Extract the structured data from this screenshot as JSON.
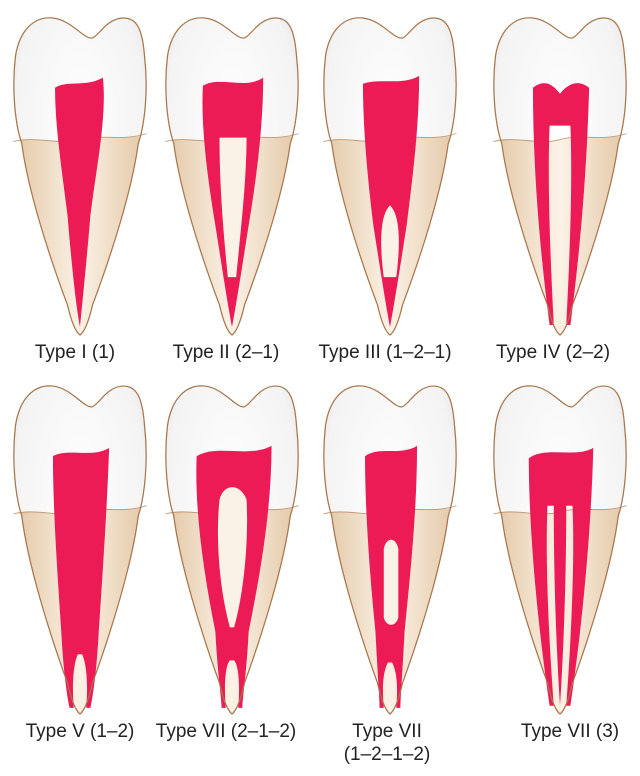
{
  "figure": {
    "colors": {
      "crown": "#f4f4f4",
      "crown_shade": "#dcdcdc",
      "root_light": "#fbf2e6",
      "root_dark": "#e3c7a6",
      "outline": "#a8764c",
      "canal": "#ec1a55",
      "caption_text": "#222222"
    },
    "teeth": [
      {
        "caption": "Type I (1)",
        "type_id": "I",
        "configuration": "1",
        "icon": "tooth-icon"
      },
      {
        "caption": "Type II (2–1)",
        "type_id": "II",
        "configuration": "2-1",
        "icon": "tooth-icon"
      },
      {
        "caption": "Type III (1–2–1)",
        "type_id": "III",
        "configuration": "1-2-1",
        "icon": "tooth-icon"
      },
      {
        "caption": "Type IV (2–2)",
        "type_id": "IV",
        "configuration": "2-2",
        "icon": "tooth-icon"
      },
      {
        "caption": "Type V (1–2)",
        "type_id": "V",
        "configuration": "1-2",
        "icon": "tooth-icon"
      },
      {
        "caption": "Type VII (2–1–2)",
        "type_id": "VII",
        "configuration": "2-1-2",
        "icon": "tooth-icon"
      },
      {
        "caption": "Type VII\n(1–2–1–2)",
        "type_id": "VII",
        "configuration": "1-2-1-2",
        "icon": "tooth-icon"
      },
      {
        "caption": "Type VII (3)",
        "type_id": "VII",
        "configuration": "3",
        "icon": "tooth-icon"
      }
    ]
  }
}
